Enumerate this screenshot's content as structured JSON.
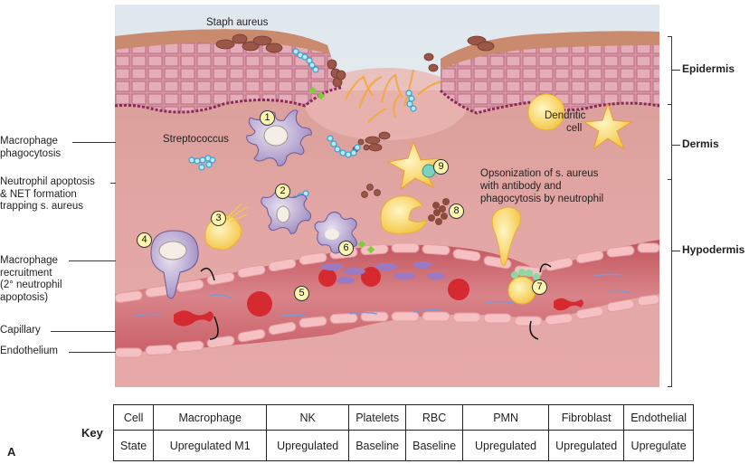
{
  "figure": {
    "panel_letter": "A",
    "layers": [
      {
        "id": "epidermis",
        "label": "Epidermis"
      },
      {
        "id": "dermis",
        "label": "Dermis"
      },
      {
        "id": "hypodermis",
        "label": "Hypodermis"
      }
    ],
    "left_labels": [
      {
        "id": "macrophage-phagocytosis",
        "text_lines": [
          "Macrophage",
          "phagocytosis"
        ]
      },
      {
        "id": "neutrophil-apoptosis",
        "text_lines": [
          "Neutrophil apoptosis",
          "& NET formation",
          "trapping s. aureus"
        ]
      },
      {
        "id": "macrophage-recruitment",
        "text_lines": [
          "Macrophage",
          "recruitment",
          "(2° neutrophil",
          "apoptosis)"
        ]
      },
      {
        "id": "capillary",
        "text_lines": [
          "Capillary"
        ]
      },
      {
        "id": "endothelium",
        "text_lines": [
          "Endothelium"
        ]
      }
    ],
    "inline_labels": {
      "staph_aureus": "Staph aureus",
      "streptococcus": "Streptococcus",
      "dendritic_cell": [
        "Dendritic",
        "cell"
      ],
      "opsonization": [
        "Opsonization of s. aureus",
        "with antibody and",
        "phagocytosis by neutrophil"
      ]
    },
    "badges": [
      "1",
      "2",
      "3",
      "4",
      "5",
      "6",
      "7",
      "8",
      "9"
    ],
    "colors": {
      "sky": "#e6eef2",
      "epidermis_top": "#c98a6e",
      "epidermis_cells": "#d99aa6",
      "dermis": "#e2a3a3",
      "hypodermis": "#df9a9b",
      "vessel": "#c96a72",
      "endothelial_cell": "#f6c1c3",
      "rbc": "#d42a30",
      "bacteria_blue": "#47b8e6",
      "staph_brown": "#8c4b3c",
      "neutrophil_yellow": "#f6cf4a",
      "macrophage_purple": "#a592c2",
      "badge_fill": "#fff7b0"
    }
  },
  "key_table": {
    "title": "Key",
    "header": [
      "Cell",
      "Macrophage",
      "NK",
      "Platelets",
      "RBC",
      "PMN",
      "Fibroblast",
      "Endothelial"
    ],
    "row": [
      "State",
      "Upregulated M1",
      "Upregulated",
      "Baseline",
      "Baseline",
      "Upregulated",
      "Upregulated",
      "Upregulate"
    ]
  }
}
